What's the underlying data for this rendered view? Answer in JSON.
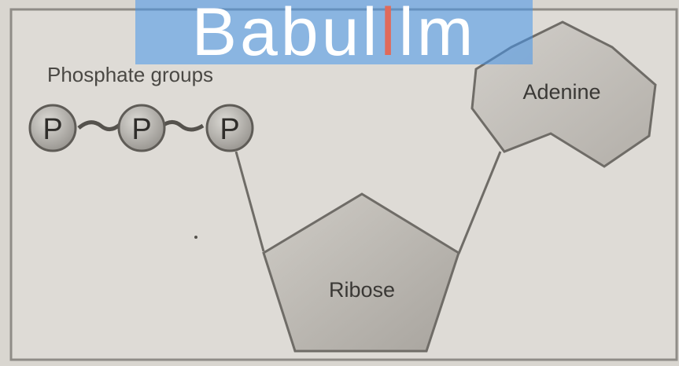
{
  "labels": {
    "phosphate_groups": "Phosphate groups",
    "phosphate_symbol": "P",
    "adenine": "Adenine",
    "ribose": "Ribose"
  },
  "watermark": {
    "before": "Babul",
    "accent": "l",
    "after": "lm"
  },
  "colors": {
    "watermark_band": "#4b96ea",
    "watermark_accent": "#e06a5a"
  }
}
